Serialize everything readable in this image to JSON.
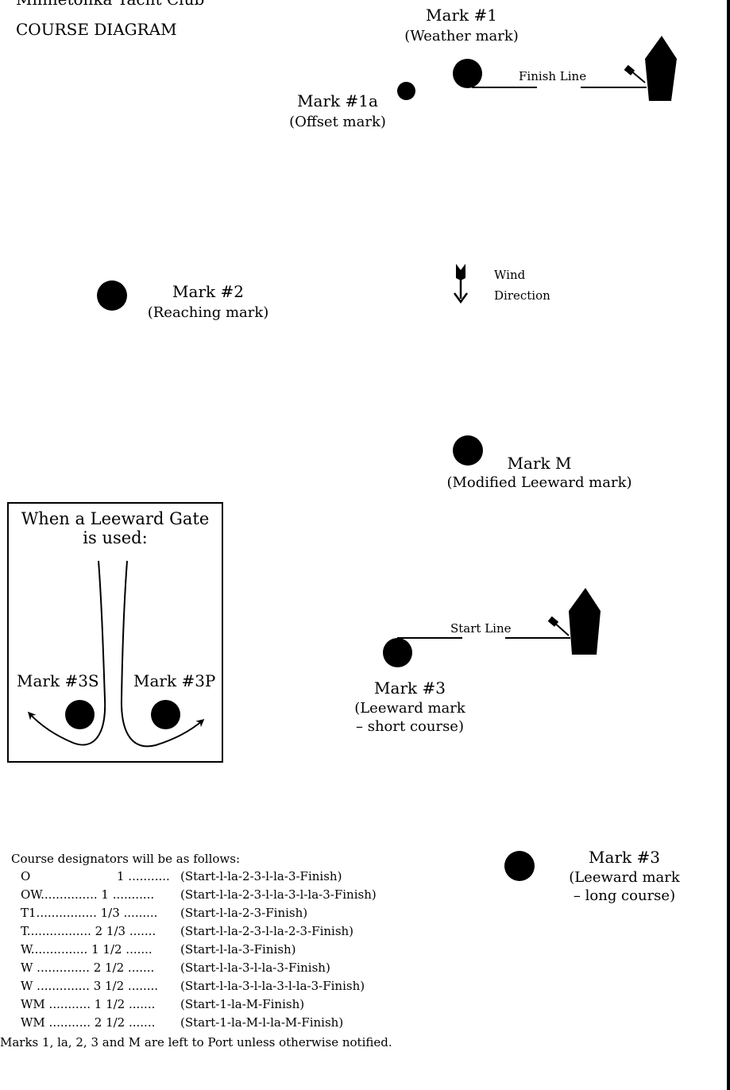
{
  "header": {
    "club": "Minnetonka Yacht Club",
    "title": "COURSE DIAGRAM"
  },
  "marks": {
    "m1": {
      "name": "Mark #1",
      "desc": "(Weather mark)"
    },
    "m1a": {
      "name": "Mark #1a",
      "desc": "(Offset mark)"
    },
    "m2": {
      "name": "Mark #2",
      "desc": "(Reaching mark)"
    },
    "mm": {
      "name": "Mark M",
      "desc": "(Modified Leeward mark)"
    },
    "m3_short": {
      "name": "Mark #3",
      "desc_line1": "(Leeward mark",
      "desc_line2": "– short course)"
    },
    "m3_long": {
      "name": "Mark #3",
      "desc_line1": "(Leeward mark",
      "desc_line2": "– long course)"
    }
  },
  "lines": {
    "finish": "Finish Line",
    "start": "Start Line"
  },
  "wind": {
    "line1": "Wind",
    "line2": "Direction"
  },
  "gate": {
    "title_line1": "When a Leeward Gate",
    "title_line2": "is used:",
    "starboard": "Mark #3S",
    "port": "Mark #3P"
  },
  "designators": {
    "intro": "Course designators will be as follows:",
    "rows": [
      {
        "code": "O",
        "rounds": "1 ...........",
        "sequence": "(Start-l-la-2-3-l-la-3-Finish)"
      },
      {
        "code": "OW............... 1 ...........",
        "rounds": "",
        "sequence": "(Start-l-la-2-3-l-la-3-l-la-3-Finish)"
      },
      {
        "code": "T1................ 1/3 .........",
        "rounds": "",
        "sequence": "(Start-l-la-2-3-Finish)"
      },
      {
        "code": "T................. 2 1/3 .......",
        "rounds": "",
        "sequence": "(Start-l-la-2-3-l-la-2-3-Finish)"
      },
      {
        "code": "W............... 1 1/2 .......",
        "rounds": "",
        "sequence": "(Start-l-la-3-Finish)"
      },
      {
        "code": "W .............. 2 1/2 .......",
        "rounds": "",
        "sequence": "(Start-l-la-3-l-la-3-Finish)"
      },
      {
        "code": "W .............. 3 1/2 ........",
        "rounds": "",
        "sequence": "(Start-l-la-3-l-la-3-l-la-3-Finish)"
      },
      {
        "code": "WM ........... 1 1/2 .......",
        "rounds": "",
        "sequence": "(Start-1-la-M-Finish)"
      },
      {
        "code": "WM ........... 2 1/2 .......",
        "rounds": "",
        "sequence": "(Start-1-la-M-l-la-M-Finish)"
      }
    ],
    "note": "Marks 1, la, 2, 3 and M are left to Port unless otherwise notified."
  }
}
